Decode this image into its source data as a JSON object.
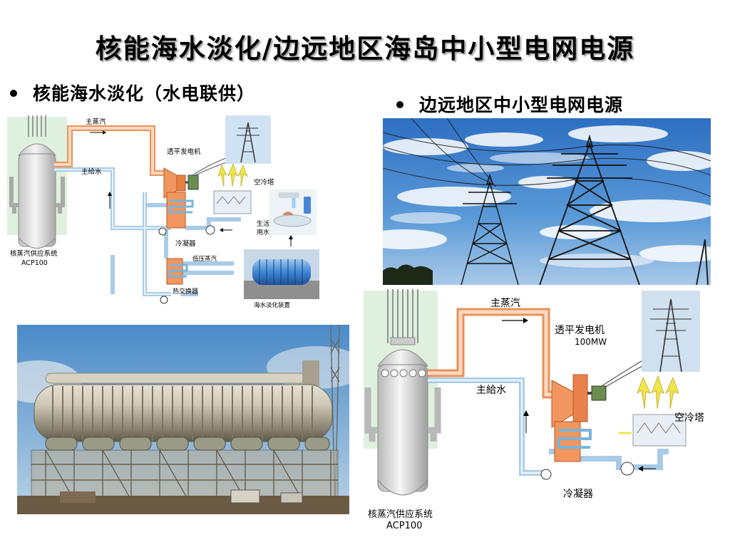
{
  "slide": {
    "title": "核能海水淡化/边远地区海岛中小型电网电源",
    "bullet_left": "核能海水淡化（水电联供）",
    "bullet_right": "边远地区中小型电网电源"
  },
  "diagram_left": {
    "main_steam": "主蒸汽",
    "main_feedwater": "主给水",
    "turbine_generator": "透平发电机",
    "air_cooling_tower": "空冷塔",
    "condenser": "冷凝器",
    "low_pressure_steam": "低压蒸汽",
    "heat_exchanger": "热交换器",
    "domestic_water_line1": "生活",
    "domestic_water_line2": "用水",
    "desalination_unit": "海水淡化装置",
    "nsss_label": "核蒸汽供应系统",
    "nsss_model": "ACP100"
  },
  "diagram_right": {
    "main_steam": "主蒸汽",
    "main_feedwater": "主給水",
    "turbine_generator": "透平发电机",
    "turbine_power": "100MW",
    "air_cooling_tower": "空冷塔",
    "condenser": "冷凝器",
    "nsss_label": "核蒸汽供应系统",
    "nsss_model": "ACP100"
  }
}
